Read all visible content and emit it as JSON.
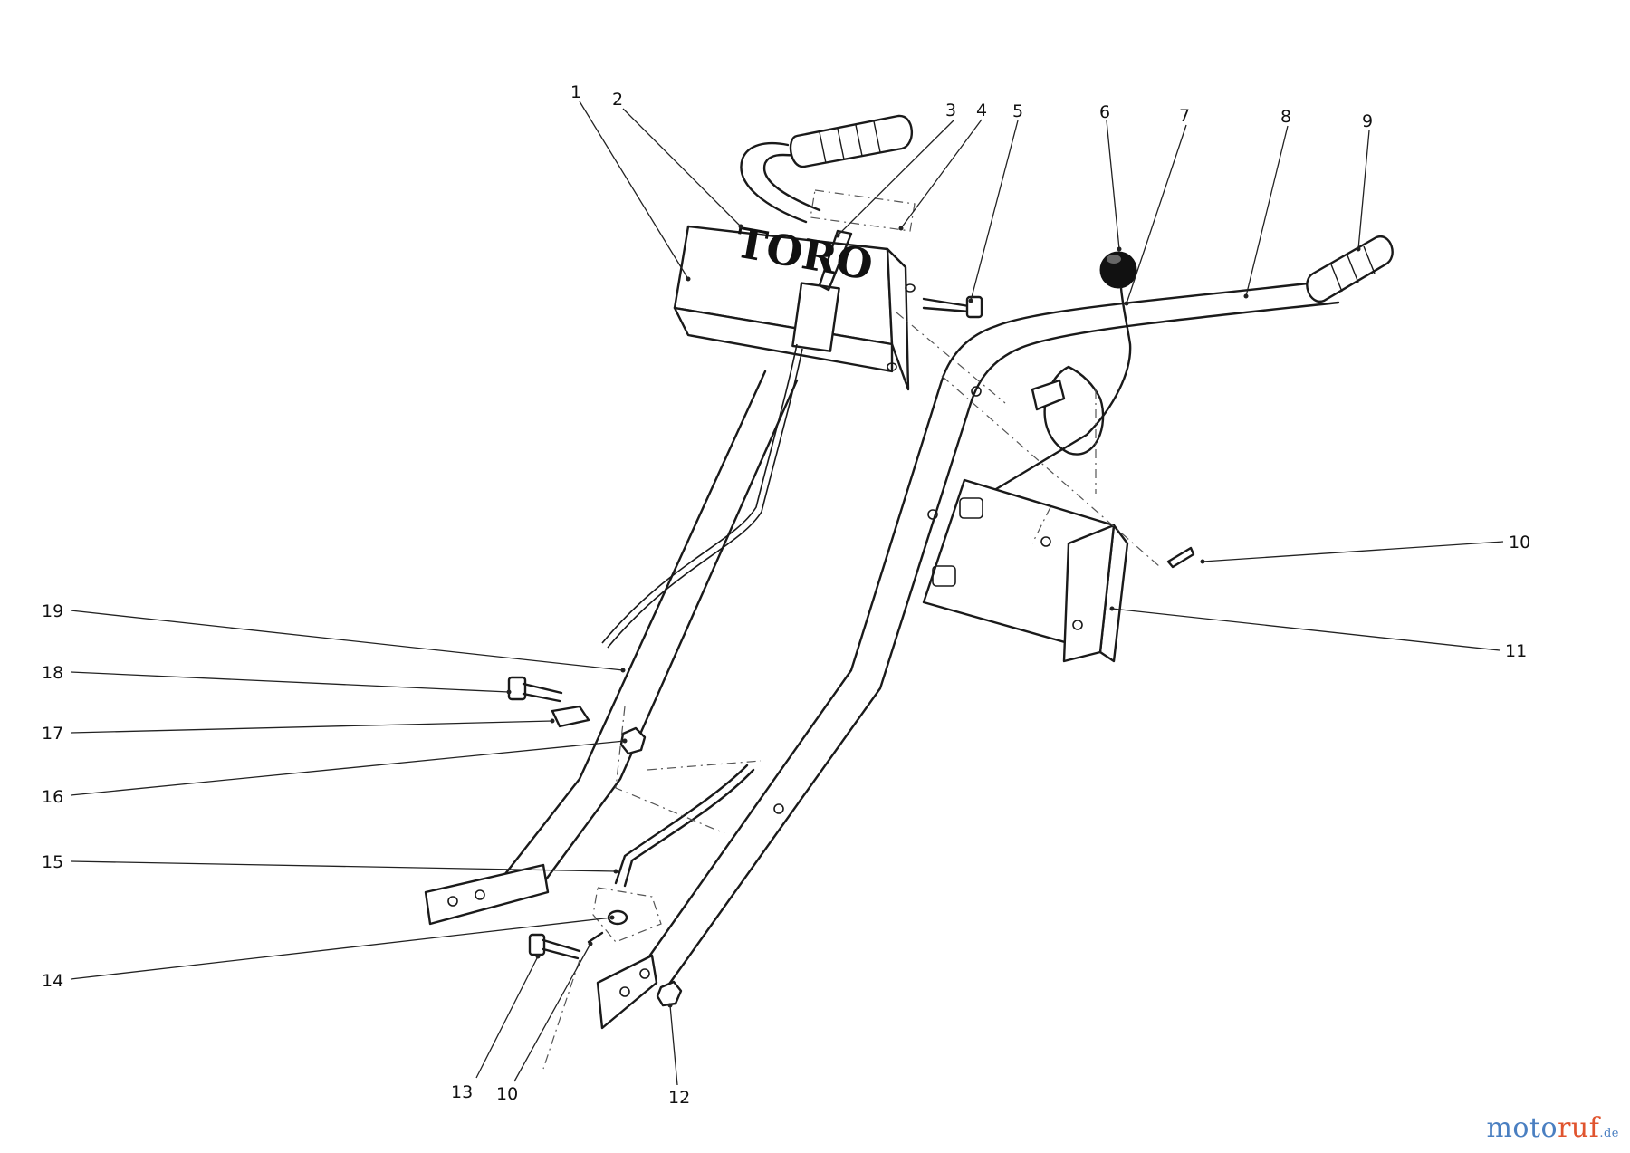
{
  "callouts": [
    {
      "label": "1"
    },
    {
      "label": "2"
    },
    {
      "label": "3"
    },
    {
      "label": "4"
    },
    {
      "label": "5"
    },
    {
      "label": "6"
    },
    {
      "label": "7"
    },
    {
      "label": "8"
    },
    {
      "label": "9"
    },
    {
      "label": "10"
    },
    {
      "label": "11"
    },
    {
      "label": "12"
    },
    {
      "label": "13"
    },
    {
      "label": "10"
    },
    {
      "label": "14"
    },
    {
      "label": "15"
    },
    {
      "label": "16"
    },
    {
      "label": "17"
    },
    {
      "label": "18"
    },
    {
      "label": "19"
    }
  ],
  "panel_logo": "TORO",
  "watermark": {
    "part1": "moto",
    "part2": "ruf",
    "part3": ".de"
  },
  "colors": {
    "line": "#1a1a1a",
    "brand_blue": "#4a7fc1",
    "brand_orange": "#e0542e"
  }
}
